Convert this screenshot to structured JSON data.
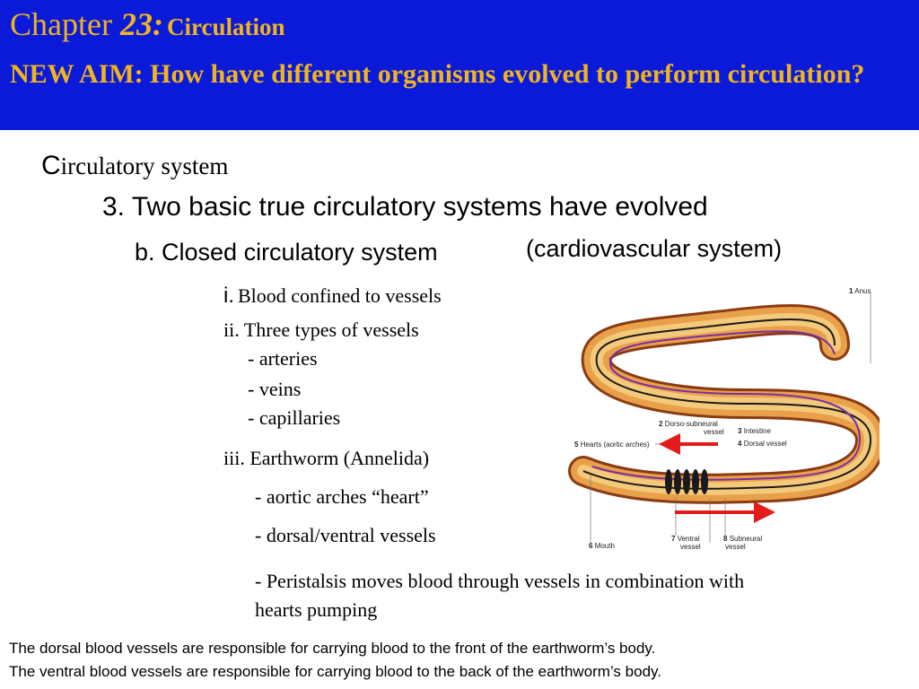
{
  "header": {
    "chapter_word": "Chapter ",
    "chapter_number": "23:",
    "chapter_topic": "Circulation",
    "aim": "NEW AIM: How have different organisms evolved to perform circulation?"
  },
  "content": {
    "heading_cap": "C",
    "heading_rest": "irculatory system",
    "point3": "3. Two basic true circulatory systems have evolved",
    "point_b": "b. Closed circulatory system",
    "point_b_extra": "(cardiovascular system)",
    "item_i_marker": "i.",
    "item_i_text": "Blood confined to vessels",
    "item_ii": "ii. Three types of vessels",
    "vessel_types": [
      "- arteries",
      "- veins",
      "- capillaries"
    ],
    "item_iii": "iii. Earthworm (Annelida)",
    "aortic": "- aortic arches “heart”",
    "dorsal_ventral": "- dorsal/ventral vessels",
    "peristalsis_line1": "- Peristalsis moves blood through vessels in combination with",
    "peristalsis_line2": "hearts pumping"
  },
  "figure": {
    "labels": {
      "anus": {
        "num": "1",
        "text": "Anus"
      },
      "dorso_subneural": {
        "num": "2",
        "text": "Dorso-subneural",
        "text2": "vessel"
      },
      "intestine": {
        "num": "3",
        "text": "Intestine"
      },
      "dorsal_vessel": {
        "num": "4",
        "text": "Dorsal vessel"
      },
      "hearts": {
        "num": "5",
        "text": "Hearts (aortic arches)"
      },
      "mouth": {
        "num": "6",
        "text": "Mouth"
      },
      "ventral": {
        "num": "7",
        "text": "Ventral",
        "text2": "vessel"
      },
      "subneural": {
        "num": "8",
        "text": "Subneural",
        "text2": "vessel"
      }
    },
    "arrow_color": "#e31b1b",
    "worm_color": "#e8a04a"
  },
  "caption": {
    "line1": "The dorsal blood vessels are responsible for carrying blood to the front of the earthworm’s body.",
    "line2": "The ventral blood vessels are responsible for carrying blood to the back of the earthworm’s body."
  }
}
